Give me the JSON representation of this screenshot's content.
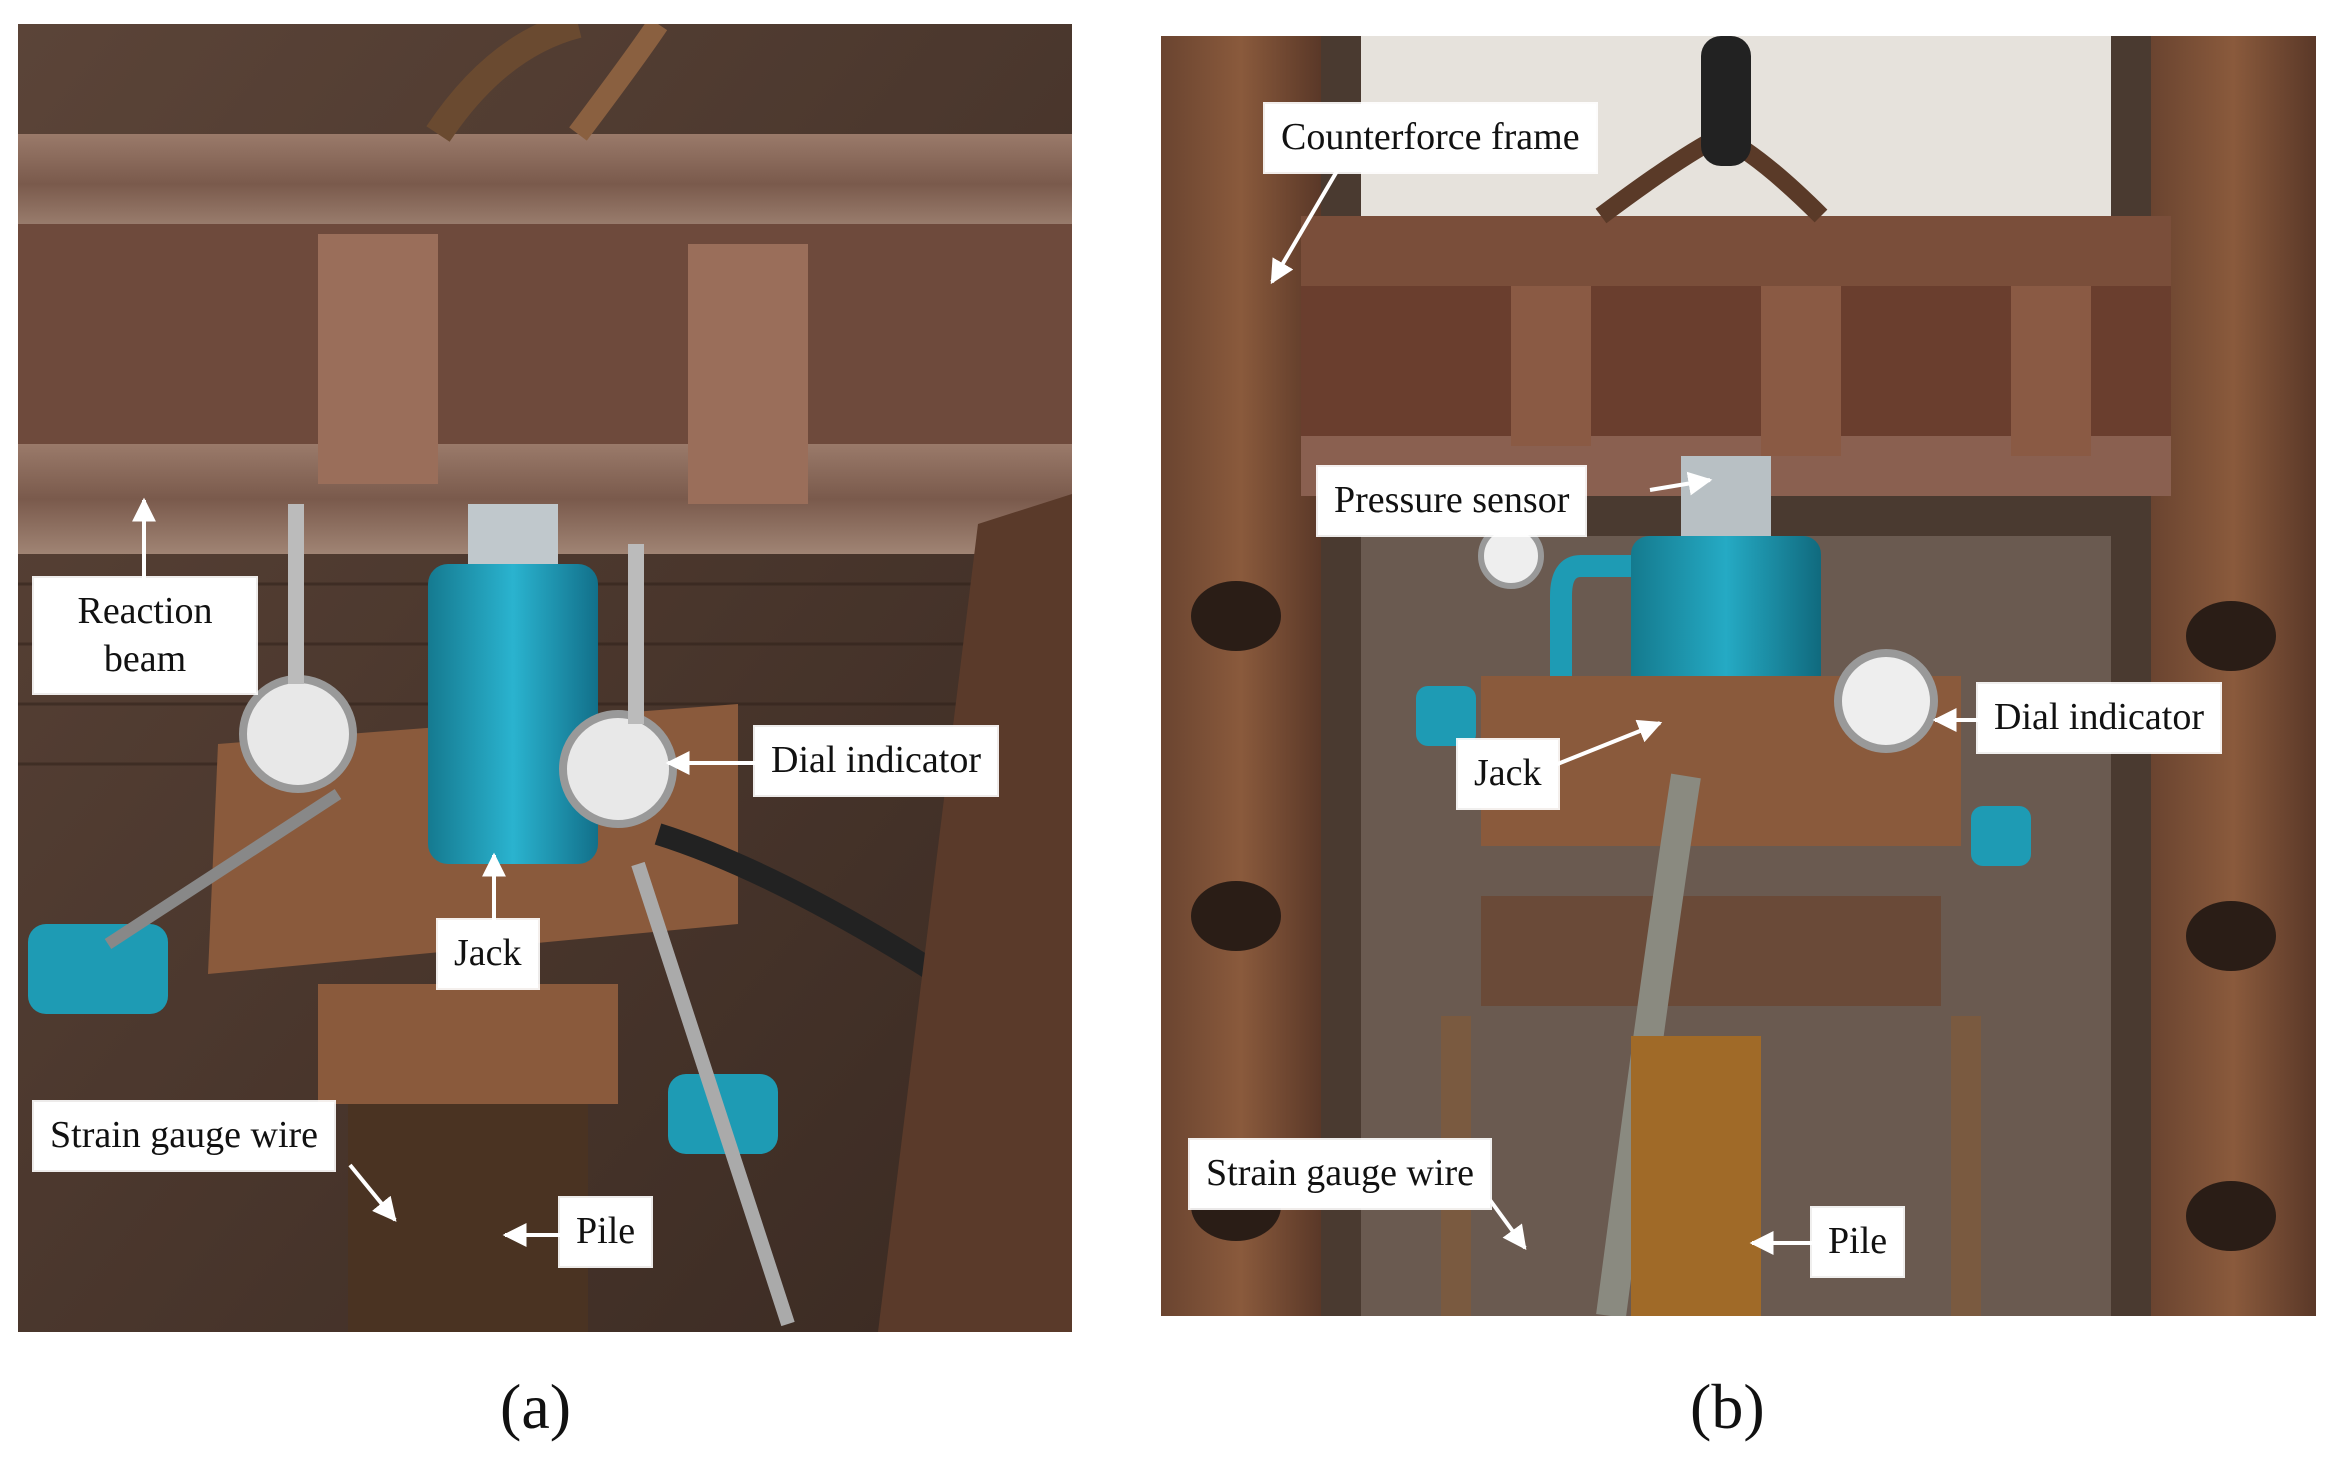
{
  "panels": {
    "a": {
      "caption": "(a)",
      "labels": {
        "reaction_beam": "Reaction beam",
        "dial_indicator": "Dial indicator",
        "jack": "Jack",
        "strain_gauge_wire": "Strain gauge wire",
        "pile": "Pile"
      }
    },
    "b": {
      "caption": "(b)",
      "labels": {
        "counterforce_frame": "Counterforce frame",
        "pressure_sensor": "Pressure sensor",
        "dial_indicator": "Dial indicator",
        "jack": "Jack",
        "strain_gauge_wire": "Strain gauge wire",
        "pile": "Pile"
      }
    }
  },
  "colors": {
    "rust": "#8a5a3c",
    "dark_rust": "#5a3a2a",
    "jack_teal": "#1e9bb4",
    "brick": "#6b4a3a",
    "label_bg": "#ffffff"
  }
}
